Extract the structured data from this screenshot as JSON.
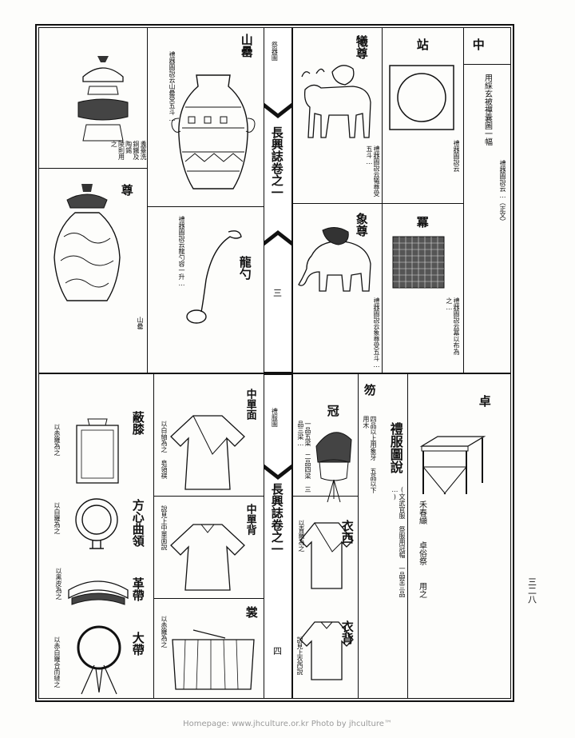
{
  "top": {
    "zhan_title": "站",
    "zhong_title": "中",
    "zhong_caption": "用綵玄被襌囊圖一幅",
    "zhong_text": "禮器圖說云…（正文）",
    "xizun_title": "犧尊",
    "xizun_text": "禮器圖說云犧尊受五斗…",
    "xiangzun_title": "象尊",
    "xiangzun_text": "禮器圖說云象尊受五斗…",
    "mi_title": "冪",
    "mi_text": "禮器圖說云冪以布為之…",
    "shanlei_title": "山罍",
    "shanlei_text": "禮器圖說云山罍受五斗…",
    "longshao_title": "龍勺",
    "longshao_text": "禮器圖說云龍勺容一升…",
    "zun_title": "尊",
    "zun_caption_a": "盞臺洗",
    "zun_caption_b": "銅鐵及陶錫",
    "zun_caption_c": "陵則用之",
    "zun_caption_d": "山罍",
    "fold_label": "長興誌卷之一",
    "fold_sub": "祭器圖",
    "folio_mid": "三"
  },
  "bottom": {
    "zhuo_title": "卓",
    "zhuo_caption_a": "禾春纈",
    "zhuo_caption_b": "卓俗祭",
    "zhuo_caption_c": "用之",
    "lifu_title": "禮服圖說",
    "lifu_text": "(文武官服 祭服用冠帽 一品至三品 …)",
    "wu_title": "笏",
    "wu_text": "四品以上用象牙 五品以下用木",
    "guan_title": "冠",
    "guan_text": "一品五梁 二品四梁 三品三梁…",
    "yixi_title": "衣西",
    "yixi_text": "以青羅為之",
    "yibei_title": "衣背",
    "yibei_text": "說見上衣西說",
    "zhongdan_title": "中單面",
    "zhongdan_text": "以白紬為之 皂領襈",
    "zhongdan_bei_title": "中單背",
    "zhongdan_bei_text": "說見上中單面說",
    "shang_title": "裳",
    "shang_text": "以赤羅為之",
    "bixi_title": "蔽膝",
    "bixi_text": "以赤羅為之",
    "fangxin_title": "方心曲領",
    "fangxin_text": "以白羅為之",
    "gedai_title": "革帶",
    "gedai_text": "以黑皮為之",
    "dadai_title": "大帶",
    "dadai_text": "以赤白羅合而縫之",
    "fold_label": "長興誌卷之一",
    "fold_sub": "禮服圖",
    "folio_mid": "四"
  },
  "page_number": "三二八",
  "footer": "Homepage: www.jhculture.or.kr     Photo by jhculture™"
}
